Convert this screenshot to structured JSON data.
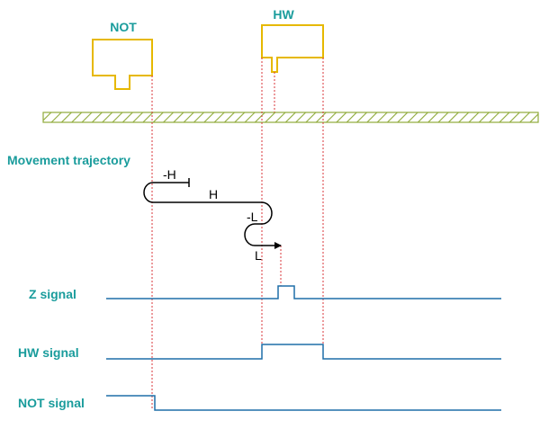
{
  "colors": {
    "label": "#1a9c9c",
    "switch_outline": "#e6b800",
    "ground_stroke": "#8faa3a",
    "ground_fill": "#ffffff",
    "signal": "#1f6fa8",
    "guide": "#d9343a",
    "trajectory": "#000000"
  },
  "switches": {
    "not_label": "NOT",
    "hw_label": "HW"
  },
  "trajectory": {
    "title": "Movement trajectory",
    "labels": {
      "neg_high": "-H",
      "high": "H",
      "neg_low": "-L",
      "low": "L"
    }
  },
  "signals": {
    "z": {
      "label": "Z signal"
    },
    "hw": {
      "label": "HW signal"
    },
    "not": {
      "label": "NOT signal"
    }
  }
}
